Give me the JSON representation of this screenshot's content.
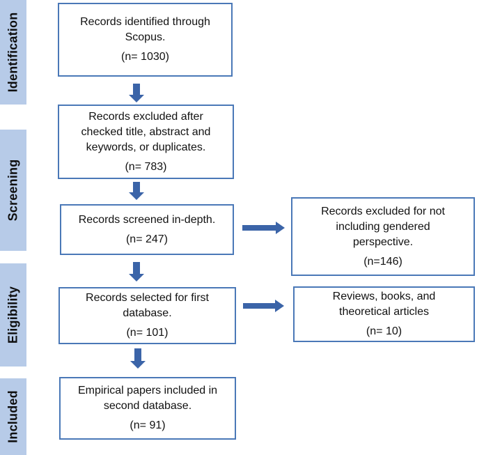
{
  "stages": [
    {
      "label": "Identification"
    },
    {
      "label": "Screening"
    },
    {
      "label": "Eligibility"
    },
    {
      "label": "Included"
    }
  ],
  "boxes": {
    "identified": {
      "lines": [
        "Records identified through",
        "Scopus."
      ],
      "count": "(n= 1030)"
    },
    "excluded_title": {
      "lines": [
        "Records excluded after",
        "checked title, abstract and",
        "keywords, or duplicates."
      ],
      "count": "(n= 783)"
    },
    "screened": {
      "lines": [
        "Records screened in-depth."
      ],
      "count": "(n= 247)"
    },
    "excluded_gender": {
      "lines": [
        "Records excluded for not",
        "including  gendered",
        "perspective."
      ],
      "count": "(n=146)"
    },
    "selected": {
      "lines": [
        "Records selected for first",
        "database."
      ],
      "count": "(n= 101)"
    },
    "reviews": {
      "lines": [
        "Reviews, books, and",
        "theoretical articles"
      ],
      "count": "(n= 10)"
    },
    "included": {
      "lines": [
        "Empirical papers included in",
        "second database."
      ],
      "count": "(n= 91)"
    }
  },
  "colors": {
    "stage_fill": "#b7cbe8",
    "box_border": "#4a78b7",
    "arrow": "#3b64a8"
  }
}
